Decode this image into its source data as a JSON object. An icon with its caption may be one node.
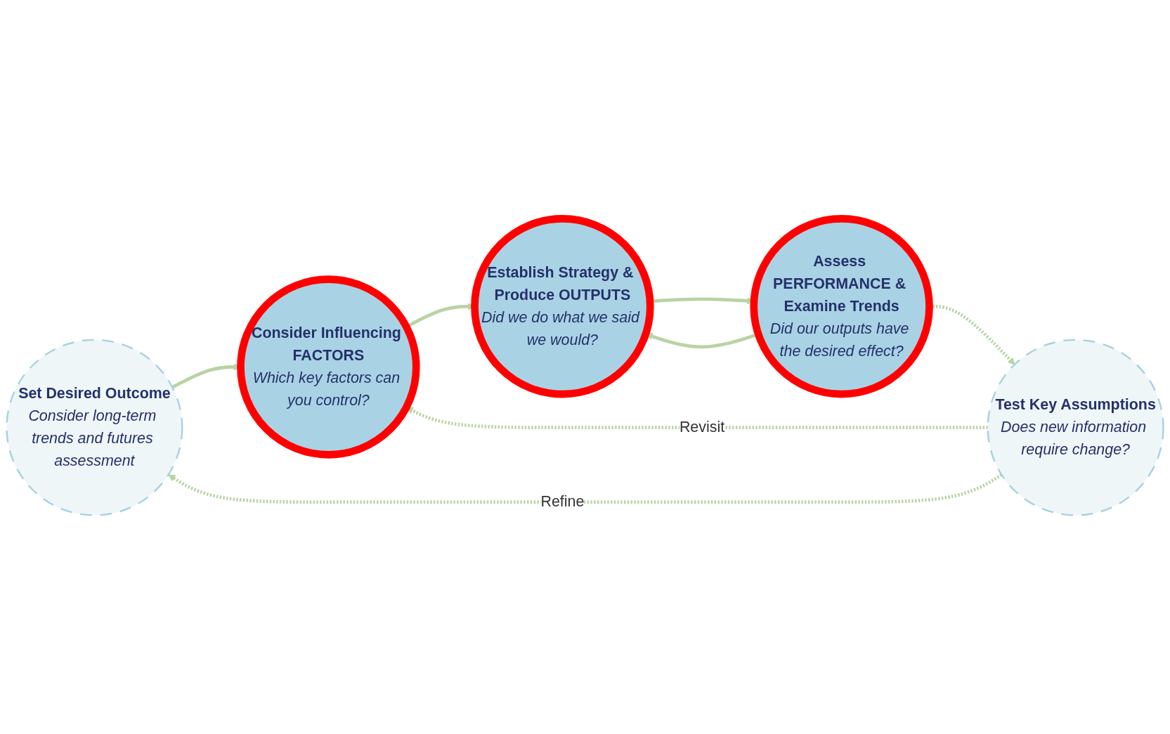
{
  "diagram": {
    "nodes": [
      {
        "text": [
          "Set Desired Outcome",
          "Consider long-term trends and futures assessment"
        ]
      },
      {
        "text": [
          "Consider Influencing FACTORS",
          "Which key factors can you control?"
        ]
      },
      {
        "text": [
          "Establish Strategy & Produce OUTPUTS",
          "Did we do what we said we would?"
        ]
      },
      {
        "text": [
          "Assess PERFORMANCE & Examine Trends",
          "Did our outputs have the desired effect?"
        ]
      },
      {
        "text": [
          "Test Key Assumptions",
          "Does new information require change?"
        ]
      }
    ],
    "edges": [
      {
        "from": 0,
        "to": 1,
        "arrow": "to"
      },
      {
        "from": 1,
        "to": 2,
        "arrow": "to"
      },
      {
        "from": 2,
        "to": 3,
        "arrow": "to"
      },
      {
        "from": 3,
        "to": 2,
        "arrow": "to"
      },
      {
        "from": 3,
        "to": 4,
        "arrow": "to",
        "style": "dashed"
      },
      {
        "from": 4,
        "to": 1,
        "arrow": "to",
        "style": "dashed",
        "label": "Revisit"
      },
      {
        "from": 4,
        "to": 0,
        "arrow": "to",
        "style": "dashed",
        "label": "Refine"
      }
    ]
  }
}
